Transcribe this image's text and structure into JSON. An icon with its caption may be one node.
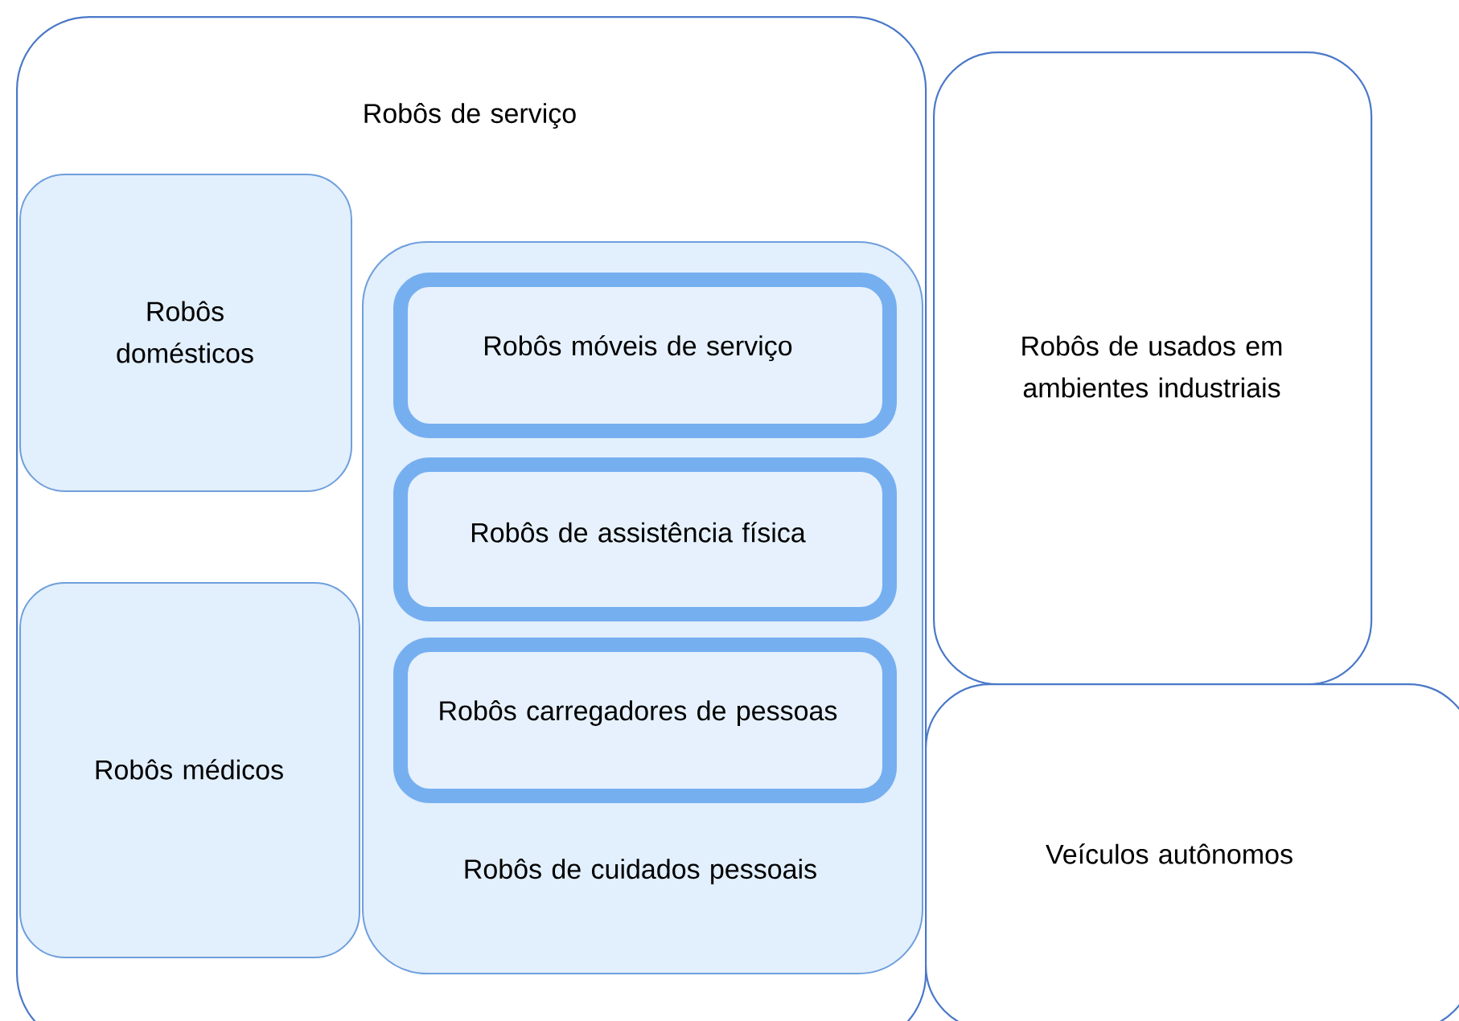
{
  "diagram": {
    "nodes": [
      {
        "text": [
          "Robôs de serviço"
        ]
      },
      {
        "text": [
          "Robôs domésticos"
        ],
        "in": 0
      },
      {
        "text": [
          "Robôs médicos"
        ],
        "in": 0
      },
      {
        "text": [
          "Robôs de cuidados pessoais"
        ],
        "in": 0
      },
      {
        "text": [
          "Robôs móveis de serviço"
        ],
        "in": 3
      },
      {
        "text": [
          "Robôs de assistência física"
        ],
        "in": 3
      },
      {
        "text": [
          "Robôs carregadores de pessoas"
        ],
        "in": 3
      },
      {
        "text": [
          "Robôs de usados em ambientes industriais"
        ]
      },
      {
        "text": [
          "Veículos autônomos"
        ]
      }
    ]
  }
}
